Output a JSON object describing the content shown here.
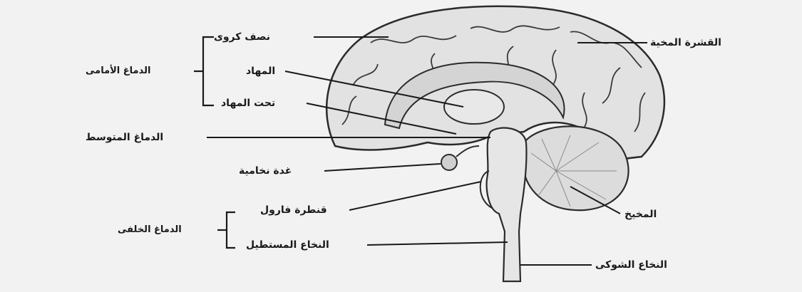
{
  "colors": {
    "background": "#f2f2f2",
    "outline": "#2b2b2b",
    "brain_fill": "#e2e2e2",
    "text": "#1a1a1a"
  },
  "labels": {
    "cerebral_hemisphere": "نصف كروى",
    "cerebral_cortex": "القشرة المخية",
    "thalamus": "المهاد",
    "hypothalamus": "تحت المهاد",
    "midbrain": "الدماغ المتوسط",
    "pituitary_gland": "غدة نخامية",
    "pons": "قنطرة فارول",
    "medulla_oblongata": "النخاع المستطيل",
    "cerebellum": "المخيخ",
    "spinal_cord": "النخاع الشوكى"
  },
  "groups": {
    "forebrain": "الدماغ الأمامى",
    "hindbrain": "الدماغ الخلفى"
  }
}
